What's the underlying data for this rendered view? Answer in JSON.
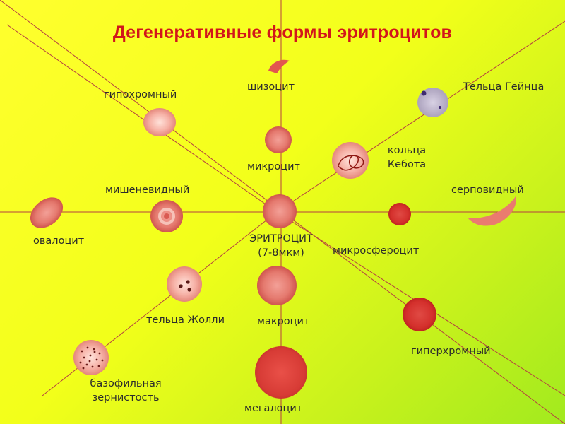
{
  "title": "Дегенеративные формы эритроцитов",
  "labels": {
    "center": "ЭРИТРОЦИТ",
    "center_size": "(7-8мкм)",
    "schizocyte": "шизоцит",
    "hypochromic": "гипохромный",
    "heinz_bodies": "Тельца Гейнца",
    "microcyte": "микроцит",
    "cabot_rings_1": "кольца",
    "cabot_rings_2": "Кебота",
    "target_cell": "мишеневидный",
    "sickle_cell": "серповидный",
    "ovalocyte": "овалоцит",
    "microspherocyte": "микросфероцит",
    "jolly_bodies": "тельца Жолли",
    "macrocyte": "макроцит",
    "hyperchromic": "гиперхромный",
    "basophilic_1": "базофильная",
    "basophilic_2": "зернистость",
    "megalocyte": "мегалоцит"
  },
  "colors": {
    "title": "#d2151b",
    "lines": "#b23a3a",
    "cell_normal": "#e06a62",
    "cell_pale": "#f2a49a",
    "cell_dark": "#d93a36",
    "heinz": "#b7aec8"
  }
}
